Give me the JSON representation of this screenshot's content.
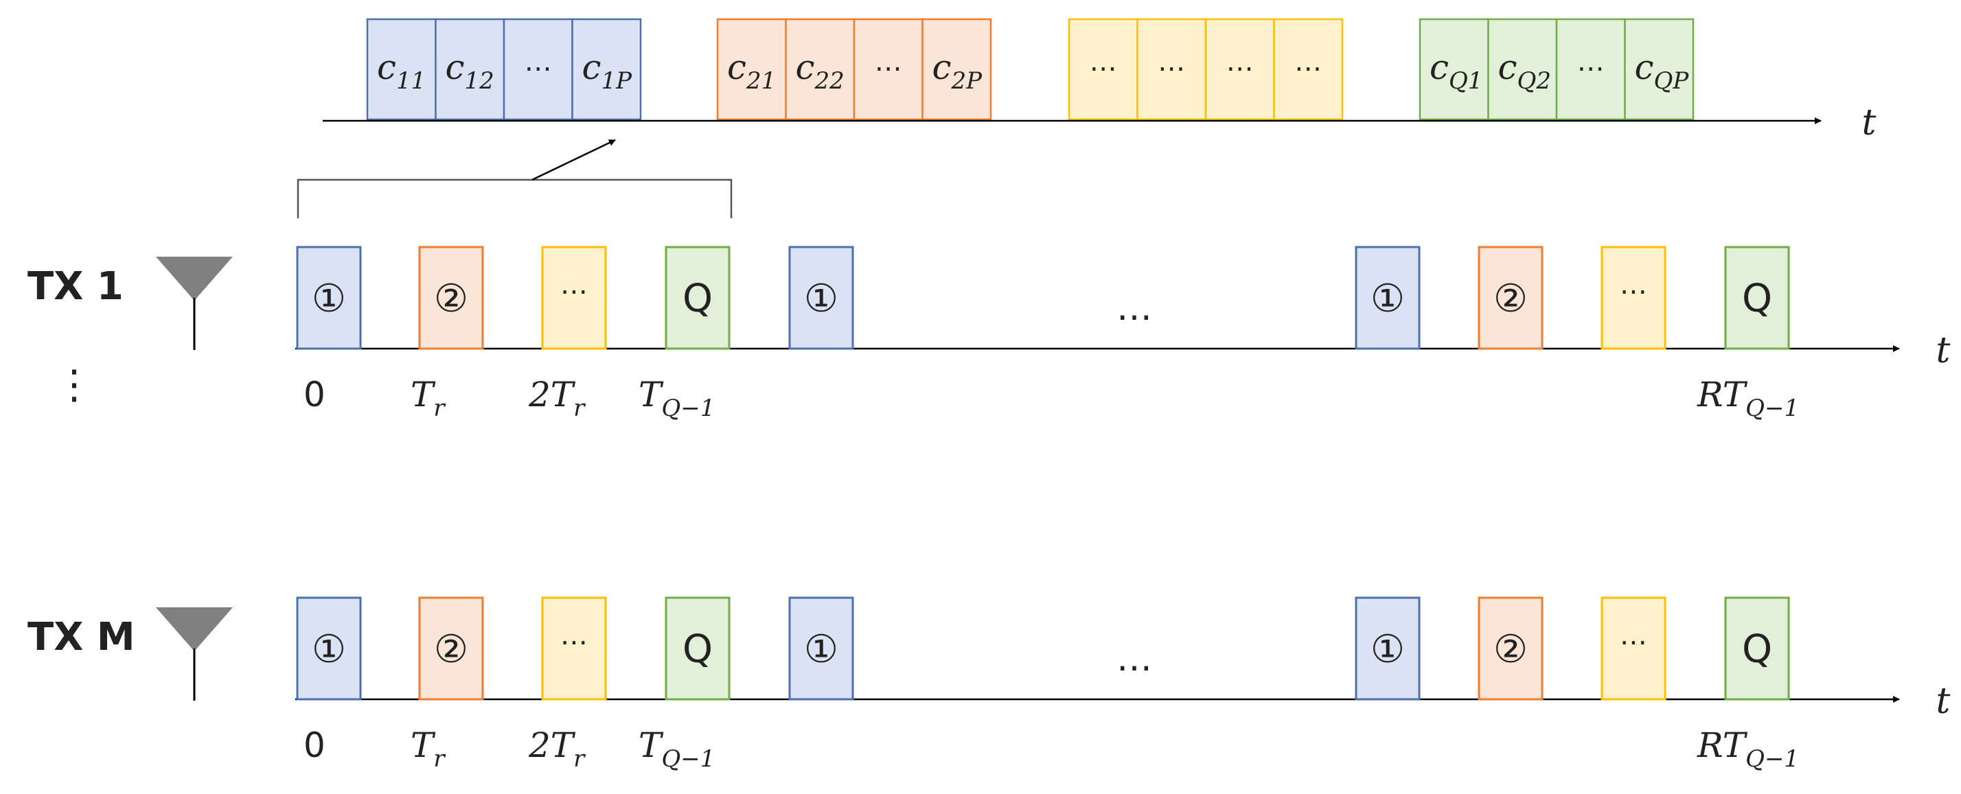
{
  "colors": {
    "blue": {
      "fill": "#dae3f3",
      "stroke": "#4f6fad"
    },
    "orange": {
      "fill": "#fbe5d6",
      "stroke": "#ed7d31"
    },
    "yellow": {
      "fill": "#fff2cc",
      "stroke": "#ffc000"
    },
    "green": {
      "fill": "#e2f0d9",
      "stroke": "#70ad47"
    },
    "antenna": "#808080",
    "line": "#000000"
  },
  "axis_label": "t",
  "code_sequence": {
    "groups": [
      {
        "color": "blue",
        "chips": [
          {
            "base": "c",
            "sub": "11"
          },
          {
            "base": "c",
            "sub": "12"
          },
          {
            "base": "",
            "sub": "",
            "dots": "⋯"
          },
          {
            "base": "c",
            "sub": "1P"
          }
        ]
      },
      {
        "color": "orange",
        "chips": [
          {
            "base": "c",
            "sub": "21"
          },
          {
            "base": "c",
            "sub": "22"
          },
          {
            "base": "",
            "sub": "",
            "dots": "⋯"
          },
          {
            "base": "c",
            "sub": "2P"
          }
        ]
      },
      {
        "color": "yellow",
        "chips": [
          {
            "base": "",
            "sub": "",
            "dots": "⋯"
          },
          {
            "base": "",
            "sub": "",
            "dots": "⋯"
          },
          {
            "base": "",
            "sub": "",
            "dots": "⋯"
          },
          {
            "base": "",
            "sub": "",
            "dots": "⋯"
          }
        ]
      },
      {
        "color": "green",
        "chips": [
          {
            "base": "c",
            "sub": "Q1"
          },
          {
            "base": "c",
            "sub": "Q2"
          },
          {
            "base": "",
            "sub": "",
            "dots": "⋯"
          },
          {
            "base": "c",
            "sub": "QP"
          }
        ]
      }
    ]
  },
  "transmitters": [
    {
      "label": "TX 1",
      "pulses": [
        {
          "color": "blue",
          "text": "①"
        },
        {
          "color": "orange",
          "text": "②"
        },
        {
          "color": "yellow",
          "text": "⋯"
        },
        {
          "color": "green",
          "text": "Q"
        },
        {
          "color": "blue",
          "text": "①"
        },
        {
          "color": "blue",
          "text": "①"
        },
        {
          "color": "orange",
          "text": "②"
        },
        {
          "color": "yellow",
          "text": "⋯"
        },
        {
          "color": "green",
          "text": "Q"
        }
      ],
      "gap_dots": "…",
      "time_labels": [
        {
          "base": "0",
          "sub": ""
        },
        {
          "base": "T",
          "sub": "r"
        },
        {
          "base": "2T",
          "sub": "r"
        },
        {
          "base": "T",
          "sub": "Q−1"
        },
        {
          "base": "RT",
          "sub": "Q−1"
        }
      ]
    },
    {
      "label": "TX M",
      "pulses": [
        {
          "color": "blue",
          "text": "①"
        },
        {
          "color": "orange",
          "text": "②"
        },
        {
          "color": "yellow",
          "text": "⋯"
        },
        {
          "color": "green",
          "text": "Q"
        },
        {
          "color": "blue",
          "text": "①"
        },
        {
          "color": "blue",
          "text": "①"
        },
        {
          "color": "orange",
          "text": "②"
        },
        {
          "color": "yellow",
          "text": "⋯"
        },
        {
          "color": "green",
          "text": "Q"
        }
      ],
      "gap_dots": "…",
      "time_labels": [
        {
          "base": "0",
          "sub": ""
        },
        {
          "base": "T",
          "sub": "r"
        },
        {
          "base": "2T",
          "sub": "r"
        },
        {
          "base": "T",
          "sub": "Q−1"
        },
        {
          "base": "RT",
          "sub": "Q−1"
        }
      ]
    }
  ],
  "vertical_dots": "⋮"
}
